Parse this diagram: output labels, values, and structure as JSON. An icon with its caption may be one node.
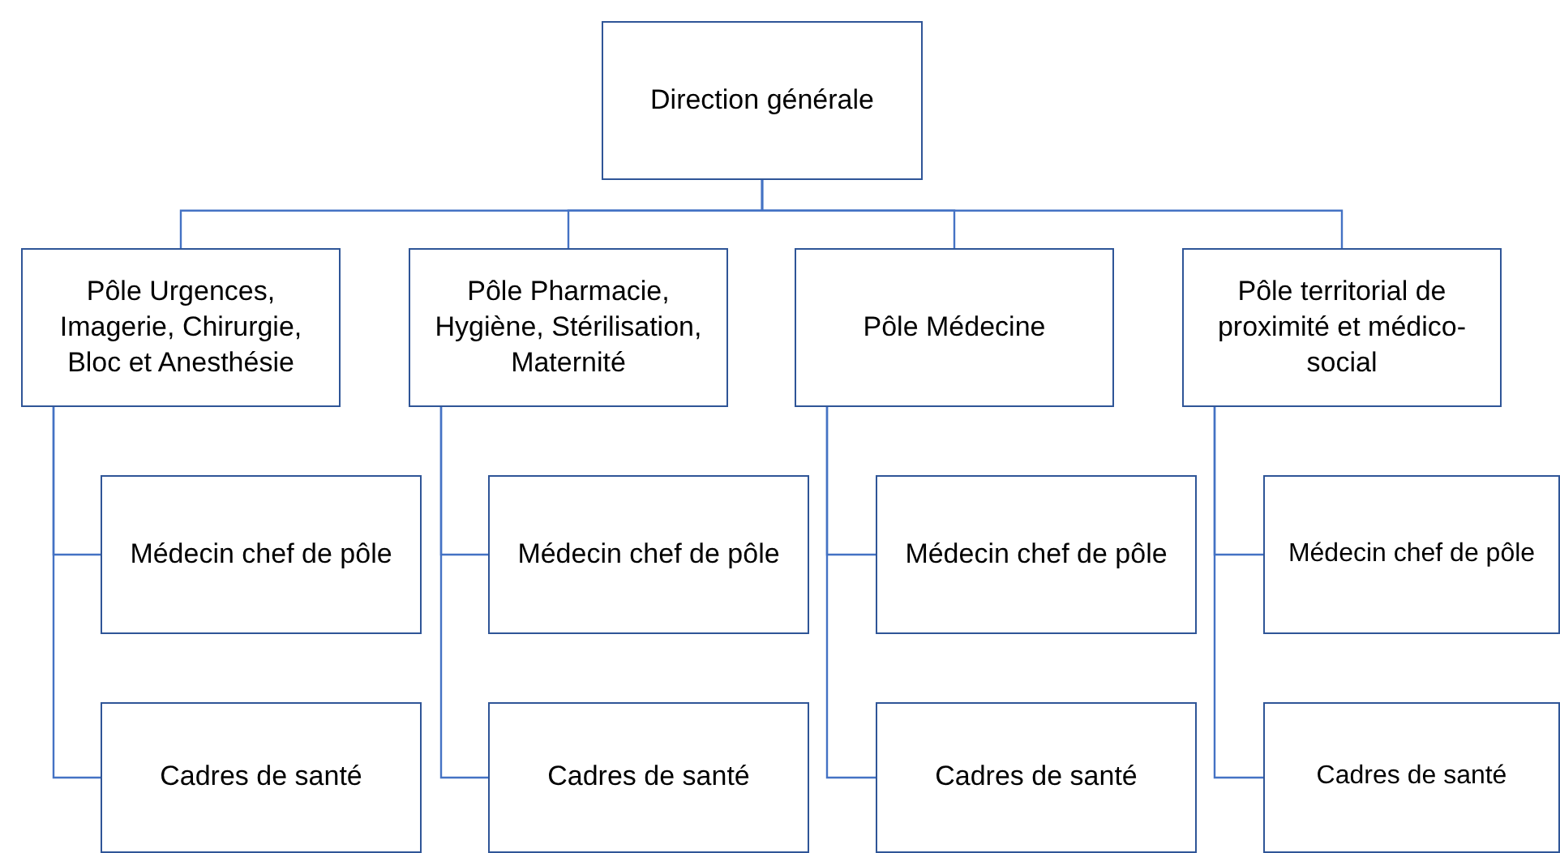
{
  "diagram": {
    "nodes": [
      {
        "text": [
          "Direction générale"
        ]
      },
      {
        "text": [
          "Pôle Urgences, Imagerie, Chirurgie, Bloc et Anesthésie"
        ]
      },
      {
        "text": [
          "Pôle Pharmacie, Hygiène, Stérilisation, Maternité"
        ]
      },
      {
        "text": [
          "Pôle Médecine"
        ]
      },
      {
        "text": [
          "Pôle territorial de proximité et médico-social"
        ]
      },
      {
        "text": [
          "Médecin chef de pôle"
        ]
      },
      {
        "text": [
          "Médecin chef de pôle"
        ]
      },
      {
        "text": [
          "Médecin chef de pôle"
        ]
      },
      {
        "text": [
          "Médecin chef de pôle"
        ]
      },
      {
        "text": [
          "Cadres de santé"
        ]
      },
      {
        "text": [
          "Cadres de santé"
        ]
      },
      {
        "text": [
          "Cadres de santé"
        ]
      },
      {
        "text": [
          "Cadres de santé"
        ]
      }
    ],
    "edges": [
      {
        "from": 0,
        "to": 1,
        "arrow": "none"
      },
      {
        "from": 0,
        "to": 2,
        "arrow": "none"
      },
      {
        "from": 0,
        "to": 3,
        "arrow": "none"
      },
      {
        "from": 0,
        "to": 4,
        "arrow": "none"
      },
      {
        "from": 1,
        "to": 5,
        "arrow": "none"
      },
      {
        "from": 1,
        "to": 9,
        "arrow": "none"
      },
      {
        "from": 2,
        "to": 6,
        "arrow": "none"
      },
      {
        "from": 2,
        "to": 10,
        "arrow": "none"
      },
      {
        "from": 3,
        "to": 7,
        "arrow": "none"
      },
      {
        "from": 3,
        "to": 11,
        "arrow": "none"
      },
      {
        "from": 4,
        "to": 8,
        "arrow": "none"
      },
      {
        "from": 4,
        "to": 12,
        "arrow": "none"
      }
    ]
  }
}
